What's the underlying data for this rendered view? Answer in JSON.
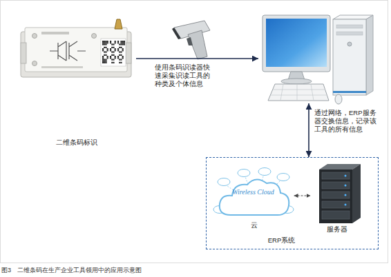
{
  "diagram": {
    "caption": "图3　二维条码在生产企业工具领用中的应用示意图",
    "nodes": [
      {
        "text": [
          "二维条码标识"
        ]
      },
      {
        "text": []
      },
      {
        "text": [
          "ERP系统"
        ]
      },
      {
        "text": [
          "Wireless Cloud",
          "云"
        ],
        "in": 2
      },
      {
        "text": [
          "服务器"
        ],
        "in": 2
      }
    ],
    "edges": [
      {
        "from": 0,
        "to": 1,
        "arrow": "to",
        "label": "使用条码识读器快速采集识读工具的种类及个体信息"
      },
      {
        "from": 1,
        "to": 2,
        "arrow": "both",
        "label": "通过网络，ERP服务器交换信息，记录该工具的所有信息"
      },
      {
        "from": 3,
        "to": 4,
        "arrow": "both"
      }
    ]
  }
}
